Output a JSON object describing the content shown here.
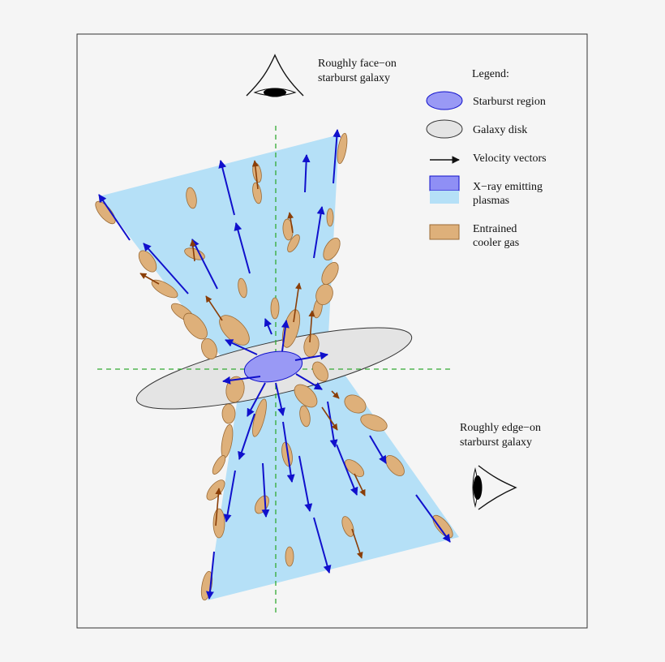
{
  "labels": {
    "face_on_line1": "Roughly face−on",
    "face_on_line2": "starburst galaxy",
    "edge_on_line1": "Roughly edge−on",
    "edge_on_line2": "starburst galaxy"
  },
  "legend": {
    "title": "Legend:",
    "items": [
      {
        "symbol": "blue-ellipse",
        "label": "Starburst region"
      },
      {
        "symbol": "gray-ellipse",
        "label": "Galaxy disk"
      },
      {
        "symbol": "black-arrow",
        "label": "Velocity vectors"
      },
      {
        "symbol": "blue-box",
        "label_line1": "X−ray emitting",
        "label_line2": "plasmas"
      },
      {
        "symbol": "tan-box",
        "label_line1": "Entrained",
        "label_line2": "cooler gas"
      }
    ]
  },
  "colors": {
    "plasma_light": "#b5e0f7",
    "plasma_dark": "#8f8ff5",
    "starburst": "#9999f5",
    "disk": "#e4e4e4",
    "cooler_gas": "#deb07a",
    "cooler_gas_stroke": "#9a6a35",
    "blue_arrow": "#1010cc",
    "brown_arrow": "#8a3e08",
    "axis_dash": "#33aa33",
    "frame": "#333333",
    "background": "#f5f5f5"
  },
  "icons": {
    "top_eye": "eye-looking-down-icon",
    "side_eye": "eye-looking-left-icon"
  }
}
